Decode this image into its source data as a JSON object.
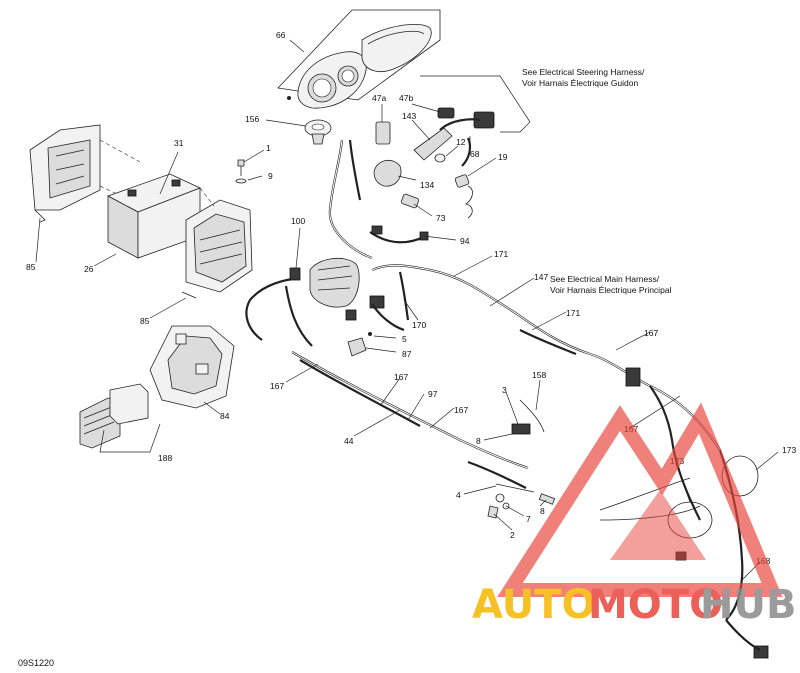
{
  "diagram_code": "09S1220",
  "notes": {
    "steering_harness": [
      "See Electrical Steering Harness/",
      "Voir Harnais Électrique Guidon"
    ],
    "main_harness": [
      "See Electrical Main Harness/",
      "Voir Harnais Électrique Principal"
    ]
  },
  "callouts": [
    "66",
    "47a",
    "47b",
    "143",
    "156",
    "12",
    "68",
    "19",
    "1",
    "9",
    "31",
    "134",
    "73",
    "94",
    "100",
    "85",
    "26",
    "171",
    "147",
    "85",
    "170",
    "5",
    "87",
    "171",
    "167",
    "167",
    "167",
    "97",
    "167",
    "3",
    "158",
    "8",
    "84",
    "44",
    "167",
    "173",
    "173",
    "188",
    "4",
    "7",
    "8",
    "2",
    "168"
  ],
  "watermark": {
    "text_parts": [
      "AUTO",
      "MOTO",
      "HUB"
    ],
    "colors": {
      "auto": "#f5b700",
      "moto": "#e8453c",
      "hub": "#8a8a8a",
      "logo": "#e8453c"
    }
  }
}
